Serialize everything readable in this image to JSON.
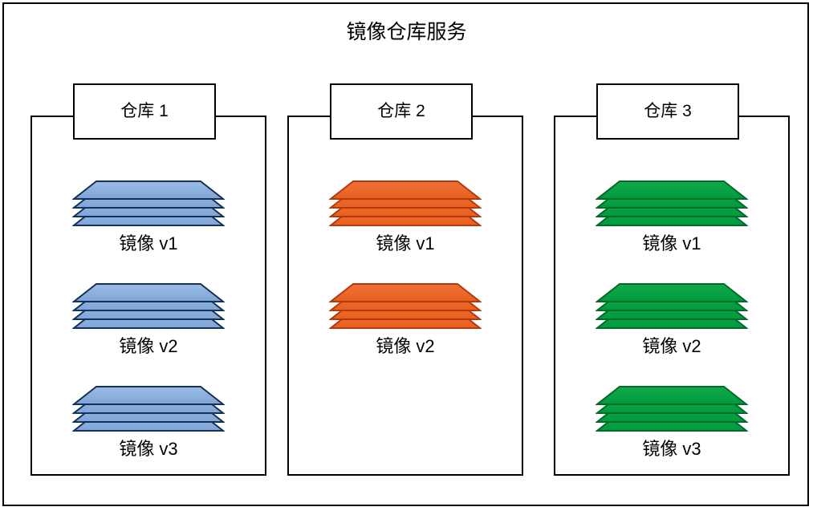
{
  "diagram": {
    "title": "镜像仓库服务",
    "colors": {
      "border": "#000000",
      "background": "#ffffff",
      "blue_fill_top": "#9CBCE4",
      "blue_fill_bottom": "#7FA6D6",
      "blue_stroke": "#15325B",
      "orange_fill_top": "#F0703A",
      "orange_fill_bottom": "#E8601F",
      "orange_stroke": "#B33A0C",
      "green_fill_top": "#12A94A",
      "green_fill_bottom": "#009A3C",
      "green_stroke": "#036B2A"
    },
    "repositories": [
      {
        "header": "仓库 1",
        "color_key": "blue",
        "images": [
          {
            "label": "镜像 v1",
            "layers": 4
          },
          {
            "label": "镜像 v2",
            "layers": 4
          },
          {
            "label": "镜像 v3",
            "layers": 4
          }
        ]
      },
      {
        "header": "仓库 2",
        "color_key": "orange",
        "images": [
          {
            "label": "镜像 v1",
            "layers": 4
          },
          {
            "label": "镜像 v2",
            "layers": 4
          }
        ]
      },
      {
        "header": "仓库 3",
        "color_key": "green",
        "images": [
          {
            "label": "镜像 v1",
            "layers": 4
          },
          {
            "label": "镜像 v2",
            "layers": 4
          },
          {
            "label": "镜像 v3",
            "layers": 4
          }
        ]
      }
    ]
  }
}
